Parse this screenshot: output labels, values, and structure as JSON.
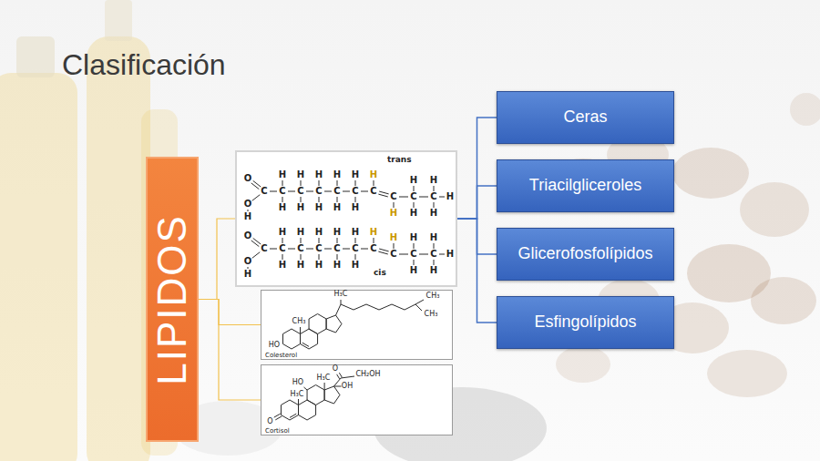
{
  "diagram": {
    "title": "Clasificación",
    "nodes": [
      {
        "text": [
          "LIPIDOS"
        ]
      },
      {
        "text": [
          "trans",
          "cis"
        ]
      },
      {
        "text": [
          "Colesterol"
        ]
      },
      {
        "text": [
          "Cortisol"
        ]
      },
      {
        "text": [
          "Ceras"
        ]
      },
      {
        "text": [
          "Triacilgliceroles"
        ]
      },
      {
        "text": [
          "Glicerofosfolípidos"
        ]
      },
      {
        "text": [
          "Esfingolípidos"
        ]
      }
    ],
    "edges": [
      {
        "from": 0,
        "to": 1,
        "arrow": "none"
      },
      {
        "from": 0,
        "to": 2,
        "arrow": "none"
      },
      {
        "from": 0,
        "to": 3,
        "arrow": "none"
      },
      {
        "from": 1,
        "to": 4,
        "arrow": "none"
      },
      {
        "from": 1,
        "to": 5,
        "arrow": "none"
      },
      {
        "from": 1,
        "to": 6,
        "arrow": "none"
      },
      {
        "from": 1,
        "to": 7,
        "arrow": "none"
      }
    ],
    "labels": [
      "O",
      "C",
      "O",
      "H",
      "C",
      "H",
      "H",
      "C",
      "H",
      "H",
      "C",
      "H",
      "H",
      "C",
      "H",
      "H",
      "C",
      "H",
      "H",
      "C",
      "H",
      "C",
      "H",
      "C",
      "H",
      "H",
      "C",
      "H",
      "H",
      "H",
      "O",
      "C",
      "O",
      "H",
      "C",
      "H",
      "H",
      "C",
      "H",
      "H",
      "C",
      "H",
      "H",
      "C",
      "H",
      "H",
      "C",
      "H",
      "H",
      "C",
      "H",
      "C",
      "H",
      "C",
      "H",
      "H",
      "C",
      "H",
      "H",
      "H",
      "H₃C",
      "CH₃",
      "CH₃",
      "CH₃",
      "HO",
      "CH₂OH",
      "O",
      "OH",
      "HO",
      "H₃C",
      "H₃C",
      "O"
    ]
  }
}
